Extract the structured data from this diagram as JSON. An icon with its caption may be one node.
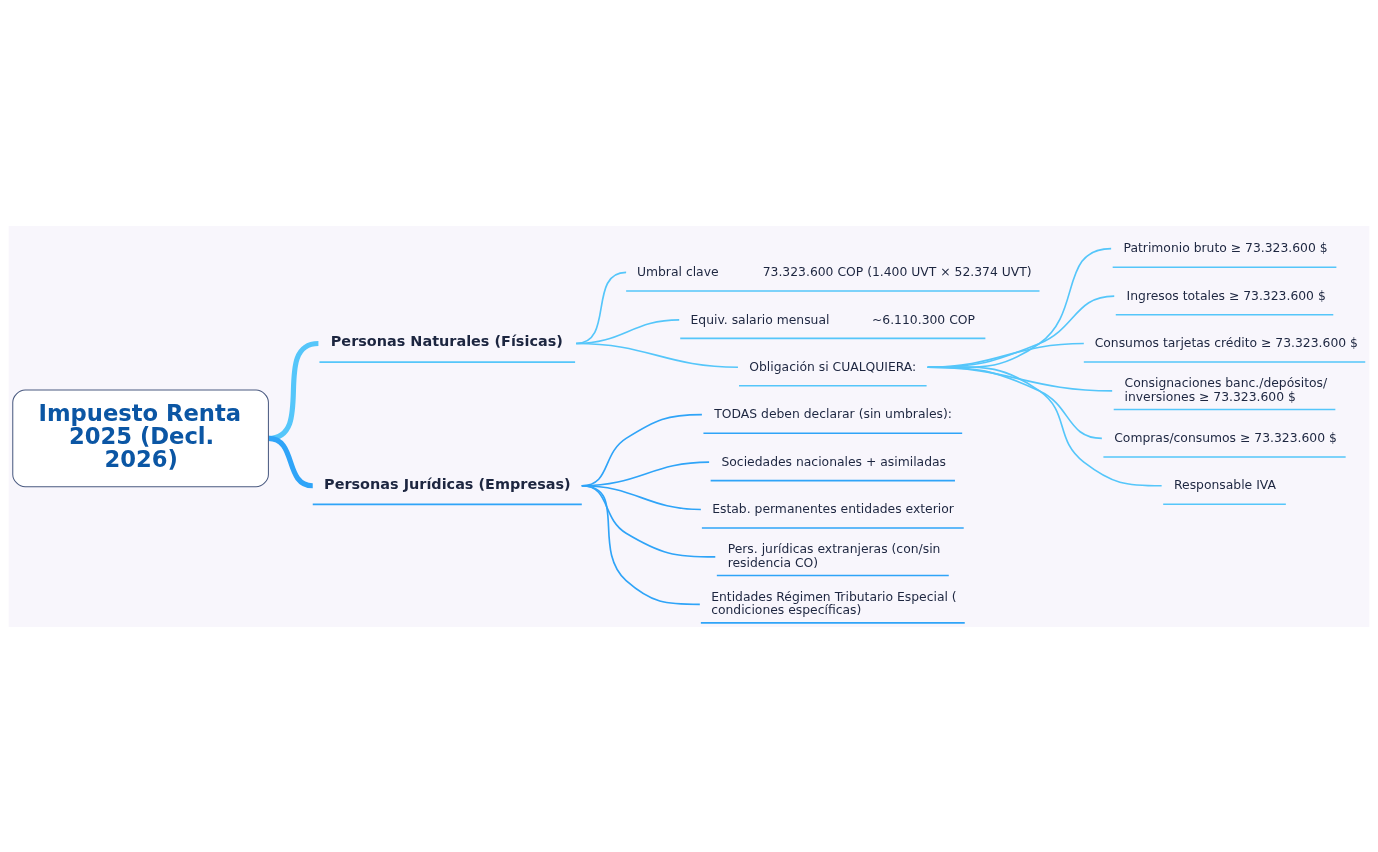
{
  "diagram": {
    "nodes": [
      {
        "text": [
          "Impuesto Renta 2025 (Decl. 2026)"
        ]
      },
      {
        "text": [
          "Personas Naturales (Físicas)"
        ]
      },
      {
        "text": [
          "Umbral clave",
          "73.323.600 COP (1.400 UVT × 52.374 UVT)"
        ]
      },
      {
        "text": [
          "Equiv. salario mensual",
          "~6.110.300 COP"
        ]
      },
      {
        "text": [
          "Obligación si CUALQUIERA:"
        ]
      },
      {
        "text": [
          "Patrimonio bruto ≥ 73.323.600 $"
        ]
      },
      {
        "text": [
          "Ingresos totales ≥ 73.323.600 $"
        ]
      },
      {
        "text": [
          "Consumos tarjetas crédito ≥ 73.323.600 $"
        ]
      },
      {
        "text": [
          "Consignaciones banc./depósitos/ inversiones ≥ 73.323.600 $"
        ]
      },
      {
        "text": [
          "Compras/consumos ≥ 73.323.600 $"
        ]
      },
      {
        "text": [
          "Responsable IVA"
        ]
      },
      {
        "text": [
          "Personas Jurídicas (Empresas)"
        ]
      },
      {
        "text": [
          "TODAS deben declarar (sin umbrales):"
        ]
      },
      {
        "text": [
          "Sociedades nacionales + asimiladas"
        ]
      },
      {
        "text": [
          "Estab. permanentes entidades exterior"
        ]
      },
      {
        "text": [
          "Pers. jurídicas extranjeras (con/sin residencia CO)"
        ]
      },
      {
        "text": [
          "Entidades Régimen Tributario Especial ( condiciones específicas)"
        ]
      }
    ],
    "edges": [
      {
        "from": 0,
        "to": 1,
        "arrow": "none",
        "style": "thick"
      },
      {
        "from": 1,
        "to": 2,
        "arrow": "none"
      },
      {
        "from": 1,
        "to": 3,
        "arrow": "none"
      },
      {
        "from": 1,
        "to": 4,
        "arrow": "none"
      },
      {
        "from": 4,
        "to": 5,
        "arrow": "none"
      },
      {
        "from": 4,
        "to": 6,
        "arrow": "none"
      },
      {
        "from": 4,
        "to": 7,
        "arrow": "none"
      },
      {
        "from": 4,
        "to": 8,
        "arrow": "none"
      },
      {
        "from": 4,
        "to": 9,
        "arrow": "none"
      },
      {
        "from": 4,
        "to": 10,
        "arrow": "none"
      },
      {
        "from": 0,
        "to": 11,
        "arrow": "none",
        "style": "thick",
        "color": "#2fa4f8"
      },
      {
        "from": 11,
        "to": 12,
        "arrow": "none",
        "color": "#2fa4f8"
      },
      {
        "from": 11,
        "to": 13,
        "arrow": "none",
        "color": "#2fa4f8"
      },
      {
        "from": 11,
        "to": 14,
        "arrow": "none",
        "color": "#2fa4f8"
      },
      {
        "from": 11,
        "to": 15,
        "arrow": "none",
        "color": "#2fa4f8"
      },
      {
        "from": 11,
        "to": 16,
        "arrow": "none",
        "color": "#2fa4f8"
      }
    ]
  }
}
